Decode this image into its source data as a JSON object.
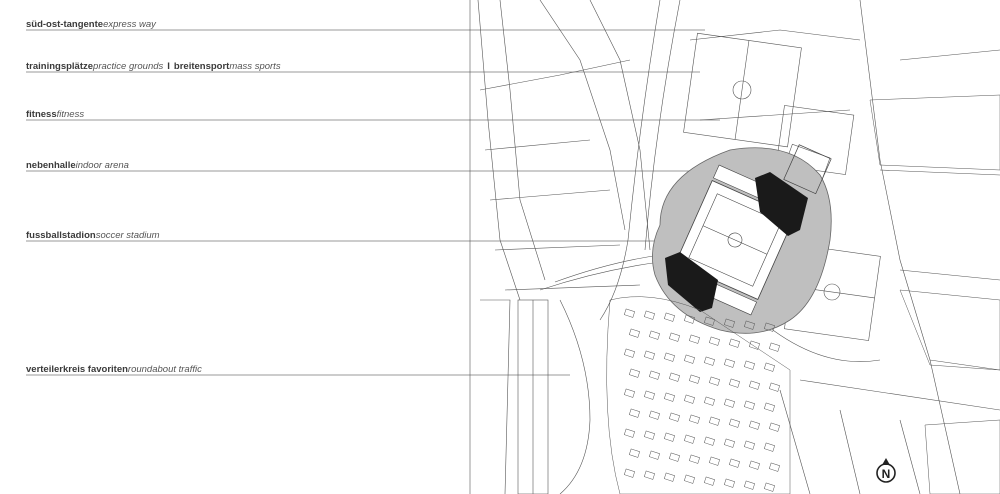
{
  "legend": [
    {
      "de": "süd-ost-tangente",
      "en": "express way"
    },
    {
      "de": "trainingsplätze",
      "en": "practice grounds",
      "sep": "I",
      "de2": "breitensport",
      "en2": "mass sports"
    },
    {
      "de": "fitness",
      "en": "fitness"
    },
    {
      "de": "nebenhalle",
      "en": "indoor arena"
    },
    {
      "de": "fussballstadion",
      "en": "soccer stadium"
    },
    {
      "de": "verteilerkreis favoriten",
      "en": "roundabout traffic"
    }
  ],
  "north_arrow": "N",
  "colors": {
    "stadium_ring": "#bfbfbf",
    "stand_dark": "#1a1a1a",
    "lines": "#555555"
  }
}
